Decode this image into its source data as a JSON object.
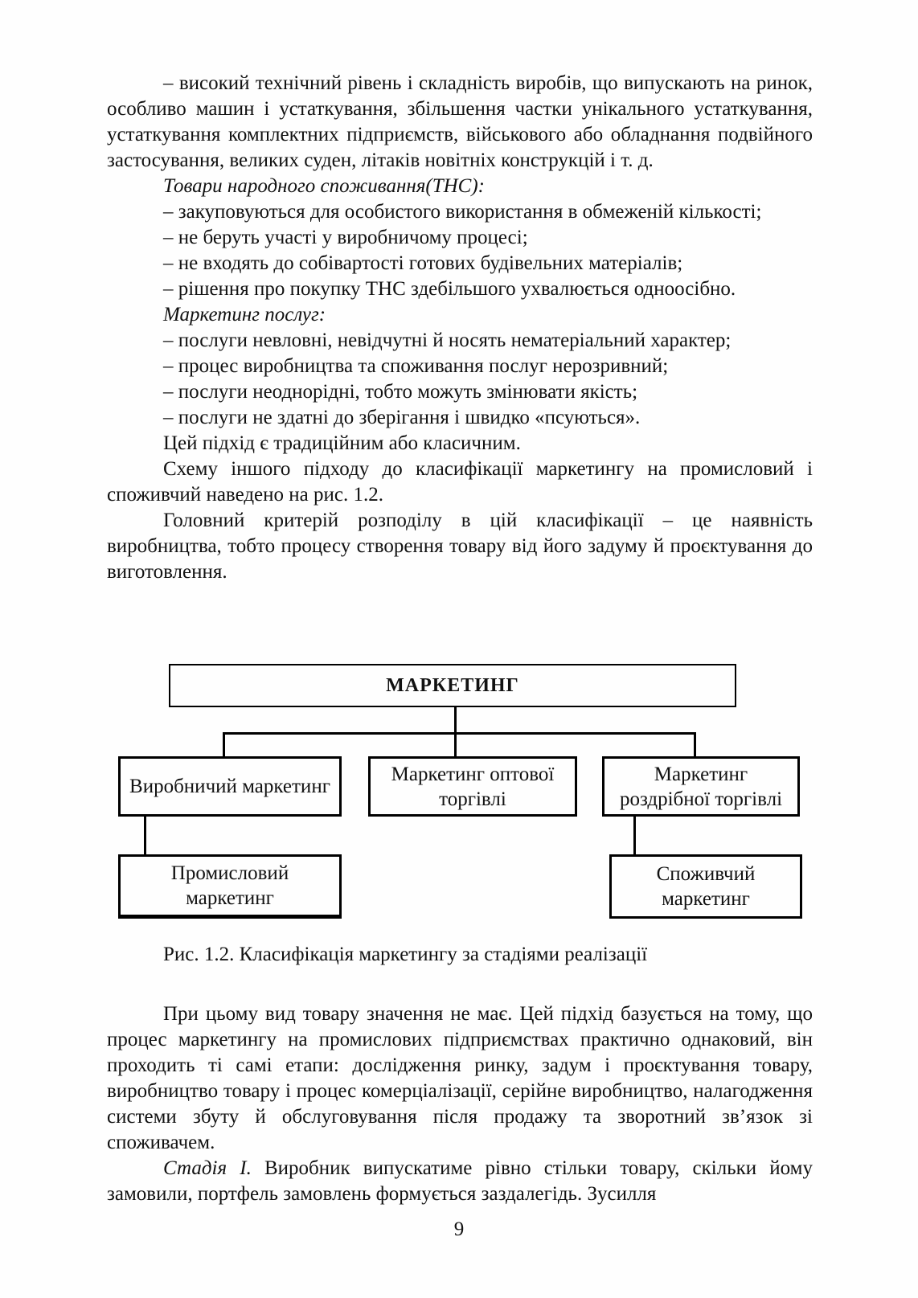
{
  "page": {
    "number": "9",
    "background_color": "#fefefe",
    "text_color": "#111111",
    "line_color": "#000000"
  },
  "body": {
    "paragraphs": [
      {
        "style": "normal",
        "text": "– високий технічний рівень і складність виробів, що випускають на ринок, особливо машин і устаткування, збільшення частки унікального устаткування, устаткування комплектних підприємств, військового або обладнання подвійного застосування, великих суден, літаків новітніх конструкцій і т. д."
      },
      {
        "style": "italic",
        "text": "Товари народного споживання(ТНС):"
      },
      {
        "style": "normal",
        "text": "– закуповуються для особистого використання в обмеженій кількості;"
      },
      {
        "style": "normal",
        "text": "– не беруть участі у виробничому процесі;"
      },
      {
        "style": "normal",
        "text": "– не входять до собівартості готових будівельних матеріалів;"
      },
      {
        "style": "normal",
        "text": "– рішення про покупку ТНС здебільшого ухвалюється одноосібно."
      },
      {
        "style": "italic",
        "text": "Маркетинг послуг:"
      },
      {
        "style": "normal",
        "text": "– послуги невловні, невідчутні й носять нематеріальний характер;"
      },
      {
        "style": "normal",
        "text": "– процес виробництва та споживання послуг нерозривний;"
      },
      {
        "style": "normal",
        "text": "– послуги неоднорідні, тобто можуть змінювати якість;"
      },
      {
        "style": "normal",
        "text": "– послуги не здатні до зберігання і швидко «псуються»."
      },
      {
        "style": "normal",
        "text": "Цей підхід є традиційним або класичним."
      },
      {
        "style": "normal",
        "text": "Схему іншого підходу до класифікації маркетингу на промисловий і споживчий наведено на рис. 1.2."
      },
      {
        "style": "normal",
        "text": "Головний критерій розподілу в цій класифікації – це наявність виробництва, тобто процесу створення товару від його задуму й проєктування до виготовлення."
      }
    ],
    "after_figure_paragraphs": [
      {
        "style": "normal",
        "text": "При цьому вид товару значення не має. Цей підхід базується на тому, що процес маркетингу на промислових підприємствах практично однаковий, він проходить ті самі етапи: дослідження ринку, задум і проєктування товару, виробництво товару і процес комерціалізації, серійне виробництво, налагодження системи збуту й обслуговування після продажу та зворотний зв’язок зі споживачем."
      },
      {
        "lead_italic": "Стадія І.",
        "text": " Виробник випускатиме рівно стільки товару, скільки йому замовили, портфель замовлень формується заздалегідь. Зусилля"
      }
    ]
  },
  "figure": {
    "caption": "Рис. 1.2. Класифікація маркетингу за стадіями реалізації",
    "boxes": {
      "root": {
        "lines": [
          "МАРКЕТИНГ"
        ]
      },
      "production": {
        "lines": [
          "Виробничий маркетинг"
        ]
      },
      "wholesale": {
        "lines": [
          "Маркетинг оптової",
          "торгівлі"
        ]
      },
      "retail": {
        "lines": [
          "Маркетинг",
          "роздрібної торгівлі"
        ]
      },
      "industrial": {
        "lines": [
          "Промисловий",
          "маркетинг"
        ]
      },
      "consumer": {
        "lines": [
          "Споживчий",
          "маркетинг"
        ]
      }
    }
  }
}
